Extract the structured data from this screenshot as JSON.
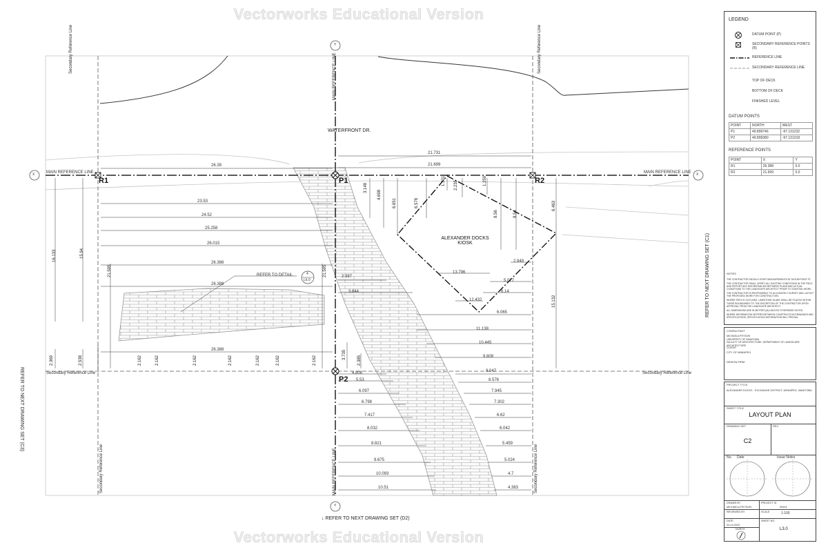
{
  "watermark": "Vectorworks Educational Version",
  "plan": {
    "street": "WATERFRONT DR.",
    "kiosk_line1": "ALEXANDER DOCKS",
    "kiosk_line2": "KIOSK",
    "main_reference_line": "MAIN REFERENCE LINE",
    "secondary_reference_line": "Secondary Reference Line",
    "points": {
      "p1": "P1",
      "p2": "P2",
      "r1": "R1",
      "r2": "R2"
    },
    "axis_x": "X",
    "axis_y": "Y",
    "detail_callout": {
      "text": "REFER TO DETAIL",
      "number": "4",
      "sheet": "L6.0"
    },
    "refer_left": "REFER TO NEXT DRAWING SET (C3)",
    "refer_right": "REFER TO NEXT DRAWING SET (C1)",
    "refer_bottom": "REFER TO NEXT DRAWING SET (D2)",
    "dims": {
      "top_left": "26.39",
      "top_right1": "21.731",
      "top_right2": "21.699",
      "left_stack": [
        "23.53",
        "24.52",
        "25.258",
        "26.015",
        "26.388",
        "26.388"
      ],
      "left_bottom": "26.388",
      "left_verticals": [
        "16.133",
        "15.94",
        "21.595",
        "21.595"
      ],
      "bottom_left_verticals": [
        "2.369",
        "2.538",
        "2.162",
        "2.162",
        "2.162",
        "2.162",
        "2.162",
        "2.162",
        "2.162"
      ],
      "p2_verticals": [
        "3.735",
        "2.385"
      ],
      "kiosk_verticals": [
        "3.148",
        "4.698",
        "6.651",
        "6.578",
        "1.331",
        "2.235",
        "1.259",
        "8.56",
        "8.54",
        "6.463",
        "15.132"
      ],
      "kiosk_horizontals": [
        "13.796",
        "2.949",
        "5.077",
        "6.14",
        "12.432",
        "6.065"
      ],
      "near_p1": [
        "2.387",
        "3.644"
      ],
      "right_stack": [
        "11.138",
        "10.445",
        "9.809"
      ],
      "bottom_left_stack": [
        "4.808",
        "5.53",
        "6.097",
        "6.798",
        "7.417",
        "8.032",
        "8.821",
        "9.675",
        "10.093",
        "10.51"
      ],
      "bottom_right_stack": [
        "9.047",
        "8.576",
        "7.945",
        "7.302",
        "6.62",
        "6.042",
        "5.459",
        "5.024",
        "4.7",
        "4.383"
      ]
    }
  },
  "legend": {
    "title": "LEGEND",
    "items": [
      {
        "icon": "datum-point-icon",
        "label": "DATUM POINT (P)"
      },
      {
        "icon": "secondary-reference-point-icon",
        "label": "SECONDARY REFERENCE POINTS (R)"
      },
      {
        "icon": "reference-line-icon",
        "label": "REFERENCE LINE"
      },
      {
        "icon": "secondary-reference-line-icon",
        "label": "SECONDARY REFERENCE LINE"
      },
      {
        "icon": "",
        "label": "TOP OF DECK"
      },
      {
        "icon": "",
        "label": "BOTTOM OF DECK"
      },
      {
        "icon": "",
        "label": "FINISHED LEVEL"
      }
    ],
    "datum_points": {
      "title": "DATUM POINTS",
      "header": [
        "POINT",
        "NORTH",
        "WEST"
      ],
      "rows": [
        [
          "P1",
          "49.899746",
          "-97.131232"
        ],
        [
          "P2",
          "49.899380",
          "-97.131318"
        ]
      ]
    },
    "reference_points": {
      "title": "REFERENCE POINTS",
      "header": [
        "POINT",
        "X",
        "Y"
      ],
      "rows": [
        [
          "R1",
          "26.388",
          "0.0"
        ],
        [
          "R2",
          "21.699",
          "0.0"
        ]
      ]
    },
    "notes_title": "NOTES",
    "notes": [
      "THE CONTRACTOR SHOULD START MEASUREMENTS AT DATUM POINT P1",
      "THE CONTRACTOR SHALL VERIFY ALL EXISTING CONDITIONS IN THE FIELD AND REPORT ANY DISCREPANCIES BETWEEN PLANS AND ACTUAL CONDITIONS TO THE LANDSCAPE ARCHITECT PRIOR TO STARTING WORK.",
      "THE CONTRACTOR IS RESPONSIBLE TO ACCURATELY SURVEY AND LAYOUT THE PROPOSED WORK FOR CONSTRUCTION.",
      "WHERE PATH IS OUTLINED, LIMESTONE SLABS SHALL BE PLACED WITHIN THESE BOUNDARIES TO THE DISCRETION OF THE CONTRACTOR UPON APPROVAL FROM THE LANDSCAPE ARCHITECT.",
      "ALL DIMENSIONS ARE IN METRES (M) UNLESS OTHERWISE NOTED.",
      "WHERE INFORMATION DIFFERS BETWEEN CONSTRUCTION DRAWINGS AND SPECIFICATIONS, SPECIFICATION INFORMATION WILL PREVAIL."
    ]
  },
  "titleblock": {
    "consultant_label": "CONSULTANT",
    "consultant_lines": [
      "MICHAELA PEYSON",
      "UNIVERSITY OF MANITOBA",
      "FACULTY OF ARCHITECTURE, DEPARTMENT OF LANDSCAPE ARCHITECTURE"
    ],
    "client_label": "CLIENT",
    "client": "CITY OF WINNIPEG",
    "design_firm_label": "DESIGN FIRM",
    "project_title_label": "PROJECT TITLE",
    "project_title": "ALEXANDER DOCKS",
    "project_location": "EXCHANGE DISTRICT, WINNIPEG, MANITOBA",
    "sheet_title_label": "SHEET TITLE",
    "sheet_title": "LAYOUT PLAN",
    "drawing_set_label": "DRAWING SET",
    "rev_label": "REV",
    "drawing_set": "C2",
    "no_label": "No.",
    "date_label": "Date",
    "issue_notes_label": "Issue Notes",
    "drawn_by_label": "DRAWN BY",
    "drawn_by": "MICHAELA PEYSON",
    "project_id_label": "PROJECT ID",
    "project_id": "00001",
    "reviewed_by_label": "REVIEWED BY",
    "scale_label": "SCALE",
    "scale": "1:100",
    "date_field_label": "DATE",
    "date": "04-14-2020",
    "sheet_no_label": "SHEET NO.",
    "sheet_no": "L3.0",
    "north_label": "NORTH"
  }
}
